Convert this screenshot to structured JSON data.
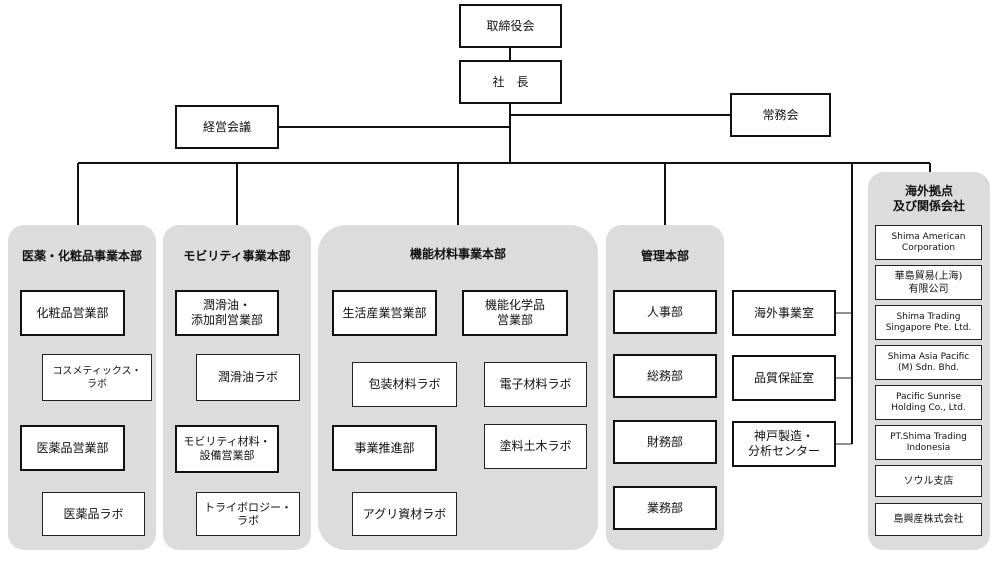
{
  "top": {
    "board": "取締役会",
    "president": "社　長",
    "mgmt_meeting": "経営会議",
    "executive_meeting": "常務会"
  },
  "divisions": {
    "pharma": {
      "title": "医薬・化粧品事業本部",
      "cosmetics_sales": "化粧品営業部",
      "cosmetics_lab": "コスメティックス・\nラボ",
      "pharma_sales": "医薬品営業部",
      "pharma_lab": "医薬品ラボ"
    },
    "mobility": {
      "title": "モビリティ事業本部",
      "lubricant_sales": "潤滑油・\n添加剤営業部",
      "lubricant_lab": "潤滑油ラボ",
      "mobility_materials_sales": "モビリティ材料・\n設備営業部",
      "tribology_lab": "トライボロジー・\nラボ"
    },
    "functional": {
      "title": "機能材料事業本部",
      "life_industry_sales": "生活産業営業部",
      "packaging_lab": "包装材料ラボ",
      "functional_chem_sales": "機能化学品\n営業部",
      "electronic_lab": "電子材料ラボ",
      "coating_lab": "塗料土木ラボ",
      "business_promotion": "事業推進部",
      "agri_lab": "アグリ資材ラボ"
    },
    "admin": {
      "title": "管理本部",
      "hr": "人事部",
      "general_affairs": "総務部",
      "finance": "財務部",
      "operations": "業務部"
    }
  },
  "offices": {
    "overseas_business": "海外事業室",
    "quality_assurance": "品質保証室",
    "kobe_center": "神戸製造・\n分析センター"
  },
  "overseas": {
    "title": "海外拠点\n及び関係会社",
    "companies": [
      "Shima American\nCorporation",
      "華島貿易(上海)\n有限公司",
      "Shima Trading\nSingapore Pte. Ltd.",
      "Shima Asia Pacific\n(M) Sdn. Bhd.",
      "Pacific Sunrise\nHolding Co., Ltd.",
      "PT.Shima Trading\nIndonesia",
      "ソウル支店",
      "島興産株式会社"
    ]
  }
}
